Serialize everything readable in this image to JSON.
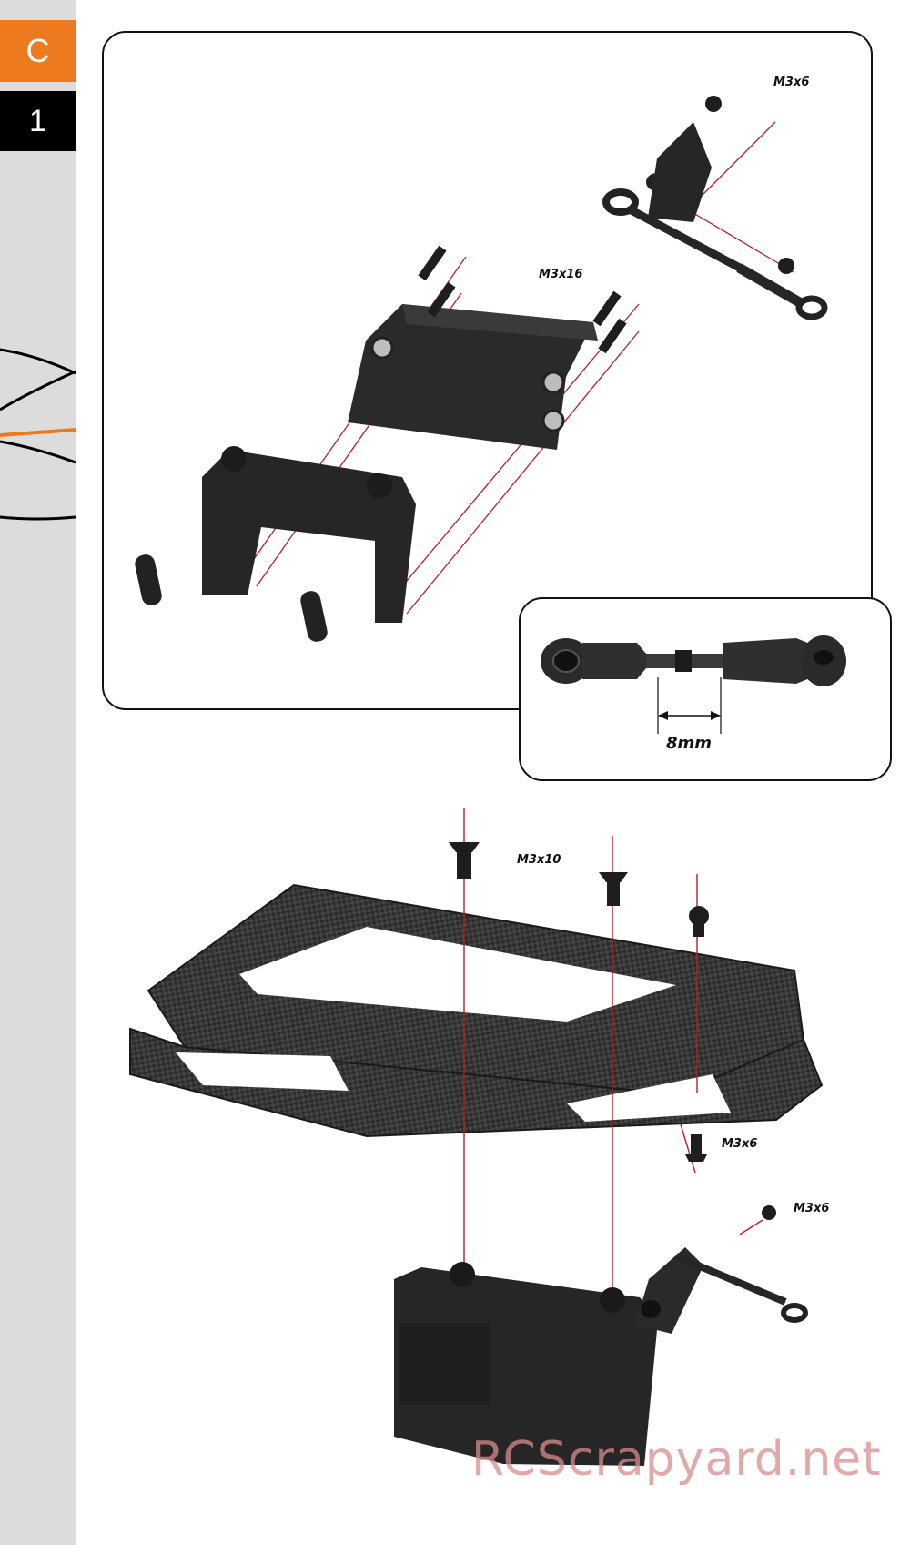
{
  "sidebar": {
    "section_letter": "C",
    "step_number": "1"
  },
  "step_a": {
    "servo_screw_label": "M3x16",
    "arm_screw_label": "M3x6",
    "detail_dimension": "8mm"
  },
  "step_b": {
    "plate_screw_label": "M3x10",
    "ball_screw_label": "M3x6",
    "arm_screw_label": "M3x6"
  },
  "watermark": "RCScrapyard.net",
  "colors": {
    "accent_orange": "#ee7a1f",
    "guide_line_red": "#b0202a",
    "part_dark": "#2a2a2a"
  }
}
